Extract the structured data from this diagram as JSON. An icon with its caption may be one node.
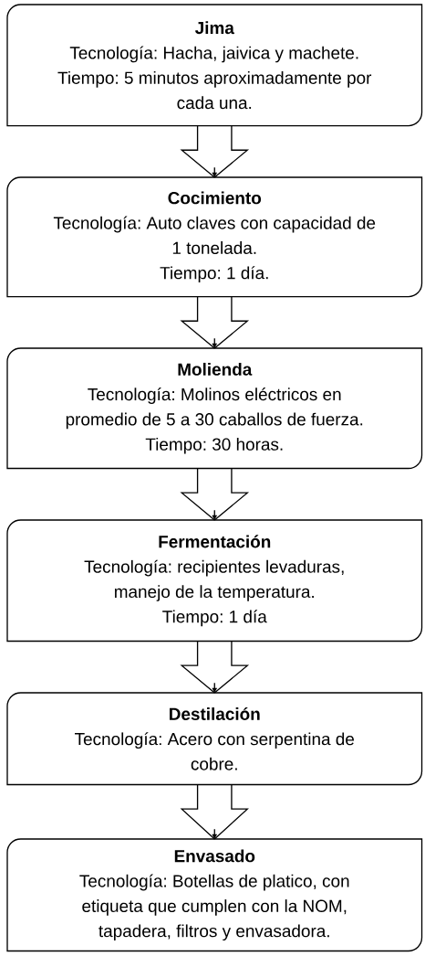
{
  "diagram": {
    "nodes": [
      {
        "text": [
          "Jima",
          "Tecnología: Hacha, jaivica y machete.",
          "Tiempo: 5 minutos aproximadamente por cada una."
        ]
      },
      {
        "text": [
          "Cocimiento",
          "Tecnología: Auto claves con capacidad de 1 tonelada.",
          "Tiempo: 1 día."
        ]
      },
      {
        "text": [
          "Molienda",
          "Tecnología: Molinos eléctricos en promedio de 5 a 30 caballos de fuerza.",
          "Tiempo: 30 horas."
        ]
      },
      {
        "text": [
          "Fermentación",
          "Tecnología: recipientes levaduras, manejo de la temperatura.",
          "Tiempo: 1 día"
        ]
      },
      {
        "text": [
          "Destilación",
          "Tecnología: Acero con serpentina de cobre."
        ]
      },
      {
        "text": [
          "Envasado",
          "Tecnología: Botellas de platico, con etiqueta que cumplen con la NOM, tapadera, filtros y envasadora."
        ]
      }
    ],
    "edges": [
      {
        "from": 0,
        "to": 1,
        "arrow": "to"
      },
      {
        "from": 1,
        "to": 2,
        "arrow": "to"
      },
      {
        "from": 2,
        "to": 3,
        "arrow": "to"
      },
      {
        "from": 3,
        "to": 4,
        "arrow": "to"
      },
      {
        "from": 4,
        "to": 5,
        "arrow": "to"
      }
    ]
  }
}
